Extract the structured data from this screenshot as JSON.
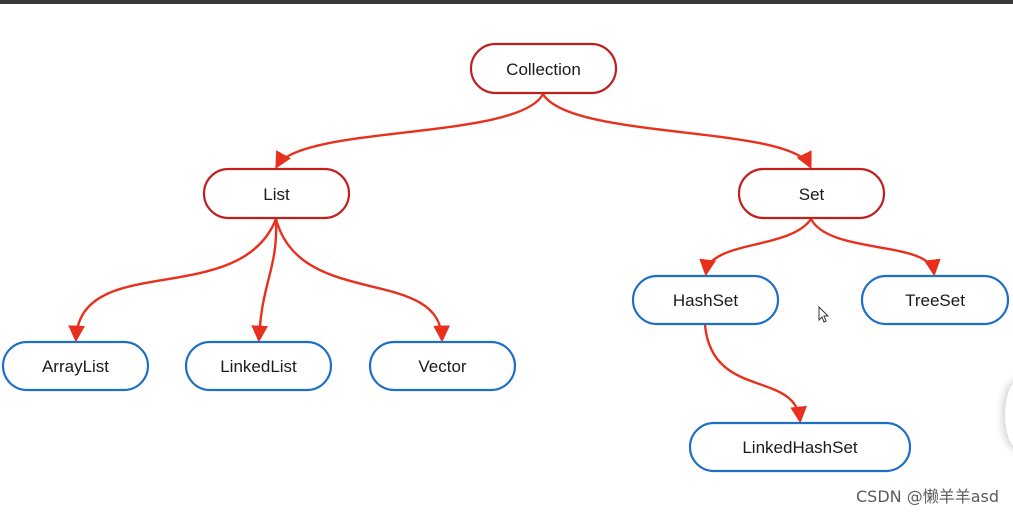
{
  "colors": {
    "red_stroke": "#c0201e",
    "blue_stroke": "#1f6fc5",
    "edge_red": "#e8301e",
    "text": "#1a1a1a"
  },
  "nodes": {
    "collection": "Collection",
    "list": "List",
    "set": "Set",
    "arraylist": "ArrayList",
    "linkedlist": "LinkedList",
    "vector": "Vector",
    "hashset": "HashSet",
    "treeset": "TreeSet",
    "linkedhashset": "LinkedHashSet"
  },
  "edges": [
    [
      "collection",
      "list"
    ],
    [
      "collection",
      "set"
    ],
    [
      "list",
      "arraylist"
    ],
    [
      "list",
      "linkedlist"
    ],
    [
      "list",
      "vector"
    ],
    [
      "set",
      "hashset"
    ],
    [
      "set",
      "treeset"
    ],
    [
      "hashset",
      "linkedhashset"
    ]
  ],
  "watermark": "CSDN @懒羊羊asd"
}
